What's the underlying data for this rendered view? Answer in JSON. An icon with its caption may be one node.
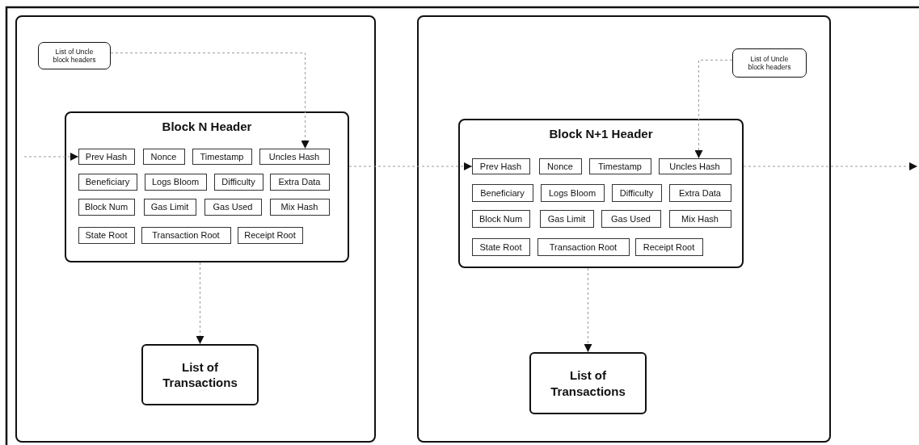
{
  "diagram": {
    "nodes": [
      {
        "text": [],
        "shape": "box"
      },
      {
        "text": [
          "List of Uncle block headers"
        ],
        "in": 0
      },
      {
        "text": [
          "Block N Header"
        ],
        "in": 0
      },
      {
        "text": [
          "Prev Hash"
        ],
        "in": 2
      },
      {
        "text": [
          "Nonce"
        ],
        "in": 2
      },
      {
        "text": [
          "Timestamp"
        ],
        "in": 2
      },
      {
        "text": [
          "Uncles Hash"
        ],
        "in": 2
      },
      {
        "text": [
          "Beneficiary"
        ],
        "in": 2
      },
      {
        "text": [
          "Logs Bloom"
        ],
        "in": 2
      },
      {
        "text": [
          "Difficulty"
        ],
        "in": 2
      },
      {
        "text": [
          "Extra Data"
        ],
        "in": 2
      },
      {
        "text": [
          "Block Num"
        ],
        "in": 2
      },
      {
        "text": [
          "Gas Limit"
        ],
        "in": 2
      },
      {
        "text": [
          "Gas Used"
        ],
        "in": 2
      },
      {
        "text": [
          "Mix Hash"
        ],
        "in": 2
      },
      {
        "text": [
          "State Root"
        ],
        "in": 2
      },
      {
        "text": [
          "Transaction Root"
        ],
        "in": 2
      },
      {
        "text": [
          "Receipt Root"
        ],
        "in": 2
      },
      {
        "text": [
          "List of Transactions"
        ],
        "in": 0
      },
      {
        "text": [],
        "shape": "box"
      },
      {
        "text": [
          "List of Uncle block headers"
        ],
        "in": 19
      },
      {
        "text": [
          "Block N+1 Header"
        ],
        "in": 19
      },
      {
        "text": [
          "Prev Hash"
        ],
        "in": 21
      },
      {
        "text": [
          "Nonce"
        ],
        "in": 21
      },
      {
        "text": [
          "Timestamp"
        ],
        "in": 21
      },
      {
        "text": [
          "Uncles Hash"
        ],
        "in": 21
      },
      {
        "text": [
          "Beneficiary"
        ],
        "in": 21
      },
      {
        "text": [
          "Logs Bloom"
        ],
        "in": 21
      },
      {
        "text": [
          "Difficulty"
        ],
        "in": 21
      },
      {
        "text": [
          "Extra Data"
        ],
        "in": 21
      },
      {
        "text": [
          "Block Num"
        ],
        "in": 21
      },
      {
        "text": [
          "Gas Limit"
        ],
        "in": 21
      },
      {
        "text": [
          "Gas Used"
        ],
        "in": 21
      },
      {
        "text": [
          "Mix Hash"
        ],
        "in": 21
      },
      {
        "text": [
          "State Root"
        ],
        "in": 21
      },
      {
        "text": [
          "Transaction Root"
        ],
        "in": 21
      },
      {
        "text": [
          "Receipt Root"
        ],
        "in": 21
      },
      {
        "text": [
          "List of Transactions"
        ],
        "in": 19
      }
    ],
    "edges": [
      {
        "from": null,
        "to": 3,
        "arrow": "to"
      },
      {
        "from": 1,
        "to": 6,
        "arrow": "to"
      },
      {
        "from": 2,
        "to": 18,
        "arrow": "to"
      },
      {
        "from": 2,
        "to": 22,
        "arrow": "to"
      },
      {
        "from": 20,
        "to": 25,
        "arrow": "to"
      },
      {
        "from": 21,
        "to": 37,
        "arrow": "to"
      },
      {
        "from": 21,
        "to": null,
        "arrow": "to"
      }
    ]
  }
}
